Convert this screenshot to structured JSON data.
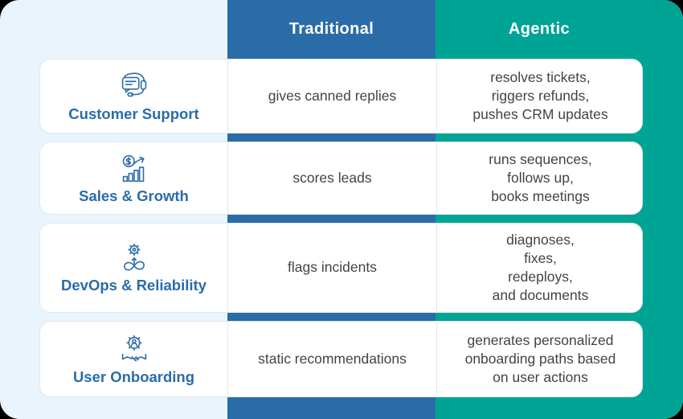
{
  "header": {
    "traditional_label": "Traditional",
    "agentic_label": "Agentic"
  },
  "colors": {
    "traditional_blue": "#2a6ca7",
    "agentic_teal": "#00a495",
    "page_background": "#e9f4fc",
    "category_label_blue": "#2b6ca8"
  },
  "rows": [
    {
      "category": "Customer Support",
      "icon": "headset-chat-icon",
      "traditional": "gives canned replies",
      "agentic": "resolves tickets,\nriggers refunds,\npushes CRM updates"
    },
    {
      "category": "Sales & Growth",
      "icon": "coin-growth-chart-icon",
      "traditional": "scores leads",
      "agentic": "runs sequences,\nfollows up,\nbooks meetings"
    },
    {
      "category": "DevOps & Reliability",
      "icon": "devops-infinity-gear-icon",
      "traditional": "flags incidents",
      "agentic": "diagnoses,\nfixes,\nredeploys,\nand documents"
    },
    {
      "category": "User Onboarding",
      "icon": "handshake-gear-person-icon",
      "traditional": "static recommendations",
      "agentic": "generates personalized\nonboarding paths based\non user actions"
    }
  ]
}
